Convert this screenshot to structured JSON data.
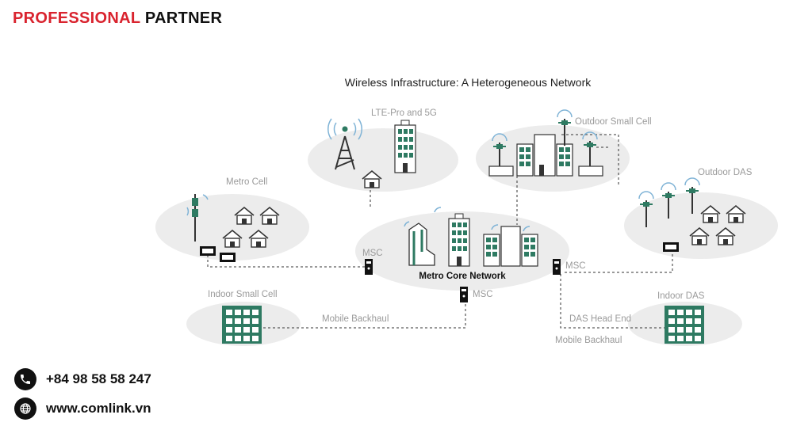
{
  "brand": {
    "part1": "PROFESSIONAL",
    "part2": "PARTNER",
    "color_primary": "#d9232e"
  },
  "diagram": {
    "title": "Wireless Infrastructure: A Heterogeneous Network",
    "zones": {
      "lte": "LTE-Pro and 5G",
      "outdoor_small_cell": "Outdoor Small Cell",
      "metro_cell": "Metro Cell",
      "outdoor_das": "Outdoor DAS",
      "indoor_small_cell": "Indoor Small Cell",
      "indoor_das": "Indoor DAS",
      "metro_core": "Metro Core Network"
    },
    "links": {
      "msc_left": "MSC",
      "msc_right": "MSC",
      "msc_bottom": "MSC",
      "mobile_backhaul_left": "Mobile Backhaul",
      "das_head_end": "DAS Head End",
      "mobile_backhaul_right": "Mobile Backhaul"
    },
    "colors": {
      "building": "#2e7a62",
      "bubble": "#ececec",
      "line": "#333333",
      "signal": "#7fb3d6"
    }
  },
  "contact": {
    "phone": "+84 98 58 58 247",
    "website": "www.comlink.vn",
    "phone_icon": "phone-icon",
    "web_icon": "globe-icon"
  }
}
